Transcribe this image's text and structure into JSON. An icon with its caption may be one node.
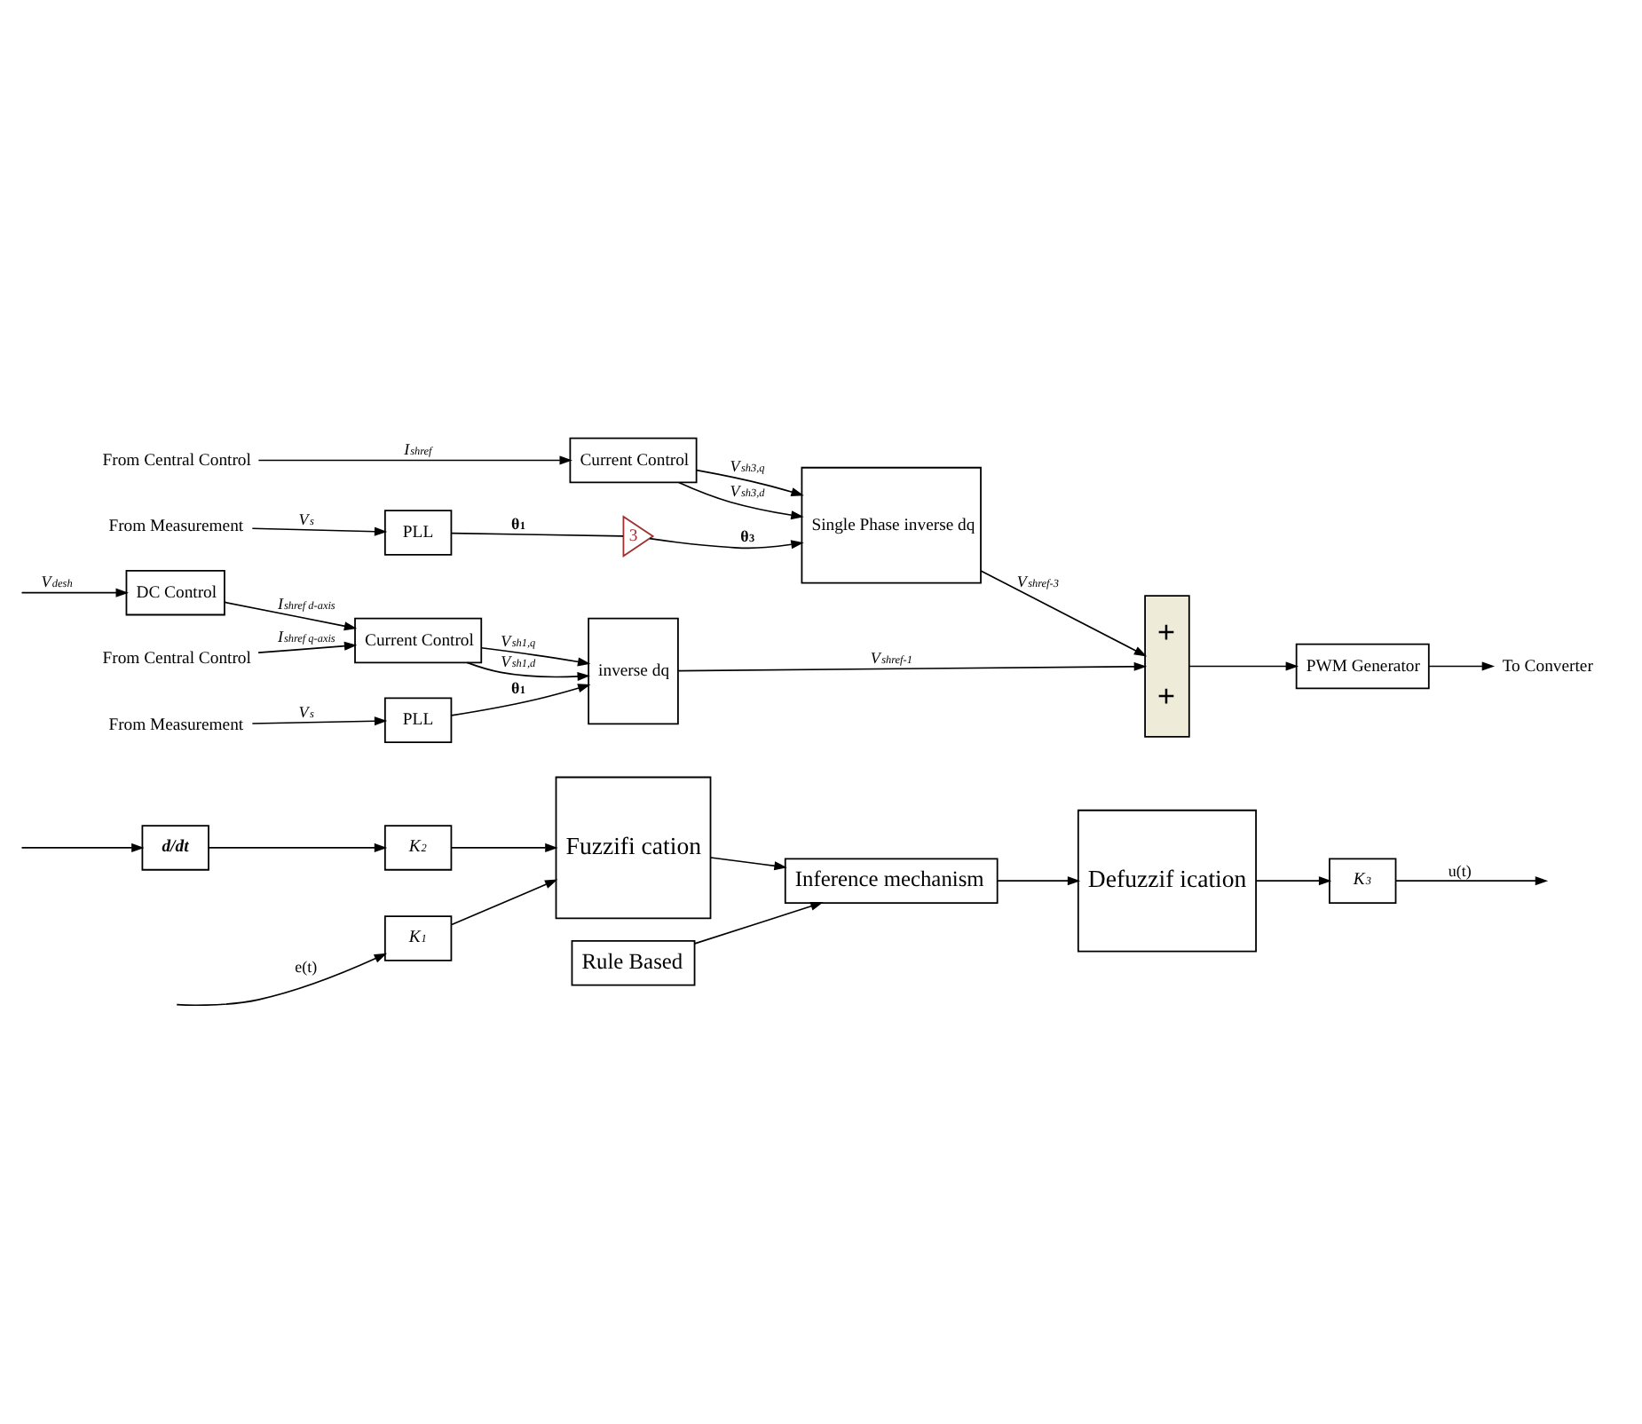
{
  "diagram": {
    "nodes": [
      {
        "text": [
          "From Central Control"
        ]
      },
      {
        "text": [
          "Current Control"
        ]
      },
      {
        "text": [
          "Single Phase inverse dq"
        ]
      },
      {
        "text": [
          "From Measurement"
        ]
      },
      {
        "text": [
          "PLL"
        ]
      },
      {
        "text": [
          "3"
        ]
      },
      {
        "text": [
          "+",
          "+"
        ]
      },
      {
        "text": [
          "PWM Generator"
        ]
      },
      {
        "text": [
          "To Converter"
        ]
      },
      {
        "text": [
          "DC Control"
        ]
      },
      {
        "text": [
          "Current Control"
        ]
      },
      {
        "text": [
          "inverse dq"
        ]
      },
      {
        "text": [
          "From Central Control"
        ]
      },
      {
        "text": [
          "PLL"
        ]
      },
      {
        "text": [
          "From Measurement"
        ]
      },
      {
        "text": [
          "K$_{1}$"
        ]
      },
      {
        "text": [
          "d/dt"
        ]
      },
      {
        "text": [
          "K$_{2}$"
        ]
      },
      {
        "text": [
          "Fuzzifi cation"
        ]
      },
      {
        "text": [
          "Rule Based"
        ]
      },
      {
        "text": [
          "Inference mechanism"
        ]
      },
      {
        "text": [
          "Defuzzif ication"
        ]
      },
      {
        "text": [
          "K$_{3}$"
        ]
      }
    ],
    "edges": [
      {
        "from": 0,
        "to": 1,
        "arrow": "to",
        "label": "I$_{shref}$"
      },
      {
        "from": 1,
        "to": 2,
        "arrow": "to",
        "label": "V$_{sh3,d}$"
      },
      {
        "from": 1,
        "to": 2,
        "arrow": "to",
        "label": "V$_{sh3,q}$"
      },
      {
        "from": 3,
        "to": 4,
        "arrow": "to",
        "label": "V$_{s}$"
      },
      {
        "from": 4,
        "to": 5,
        "arrow": "none",
        "label": "θ$_{1}$"
      },
      {
        "from": 5,
        "to": 2,
        "arrow": "to",
        "label": "θ$_{3}$"
      },
      {
        "from": 2,
        "to": 6,
        "arrow": "to",
        "label": "V$_{shref-3}$"
      },
      {
        "from": 6,
        "to": 7,
        "arrow": "to"
      },
      {
        "from": 7,
        "to": 8,
        "arrow": "to"
      },
      {
        "from": null,
        "to": 9,
        "arrow": "to",
        "label": "V$_{desh}$"
      },
      {
        "from": 9,
        "to": 10,
        "arrow": "to",
        "label": "I$_{shref d-axis}$"
      },
      {
        "from": 12,
        "to": 10,
        "arrow": "to",
        "label": "I$_{shref q-axis}$"
      },
      {
        "from": 10,
        "to": 11,
        "arrow": "to",
        "label": "V$_{sh1,d}$"
      },
      {
        "from": 10,
        "to": 11,
        "arrow": "to",
        "label": "V$_{sh1,q}$"
      },
      {
        "from": 14,
        "to": 13,
        "arrow": "to",
        "label": "V$_{s}$"
      },
      {
        "from": 13,
        "to": 11,
        "arrow": "to",
        "label": "θ$_{1}$"
      },
      {
        "from": 11,
        "to": 6,
        "arrow": "to",
        "label": "V$_{shref-1}$"
      },
      {
        "from": null,
        "to": 15,
        "arrow": "to",
        "label": "e(t)"
      },
      {
        "from": null,
        "to": 16,
        "arrow": "to"
      },
      {
        "from": 15,
        "to": 18,
        "arrow": "to"
      },
      {
        "from": 17,
        "to": 18,
        "arrow": "to"
      },
      {
        "from": 16,
        "to": 17,
        "arrow": "to"
      },
      {
        "from": 18,
        "to": 20,
        "arrow": "to"
      },
      {
        "from": 19,
        "to": 20,
        "arrow": "to"
      },
      {
        "from": 20,
        "to": 21,
        "arrow": "to"
      },
      {
        "from": 21,
        "to": 22,
        "arrow": "to"
      },
      {
        "from": 22,
        "to": null,
        "arrow": "to",
        "label": "u(t)"
      }
    ]
  }
}
